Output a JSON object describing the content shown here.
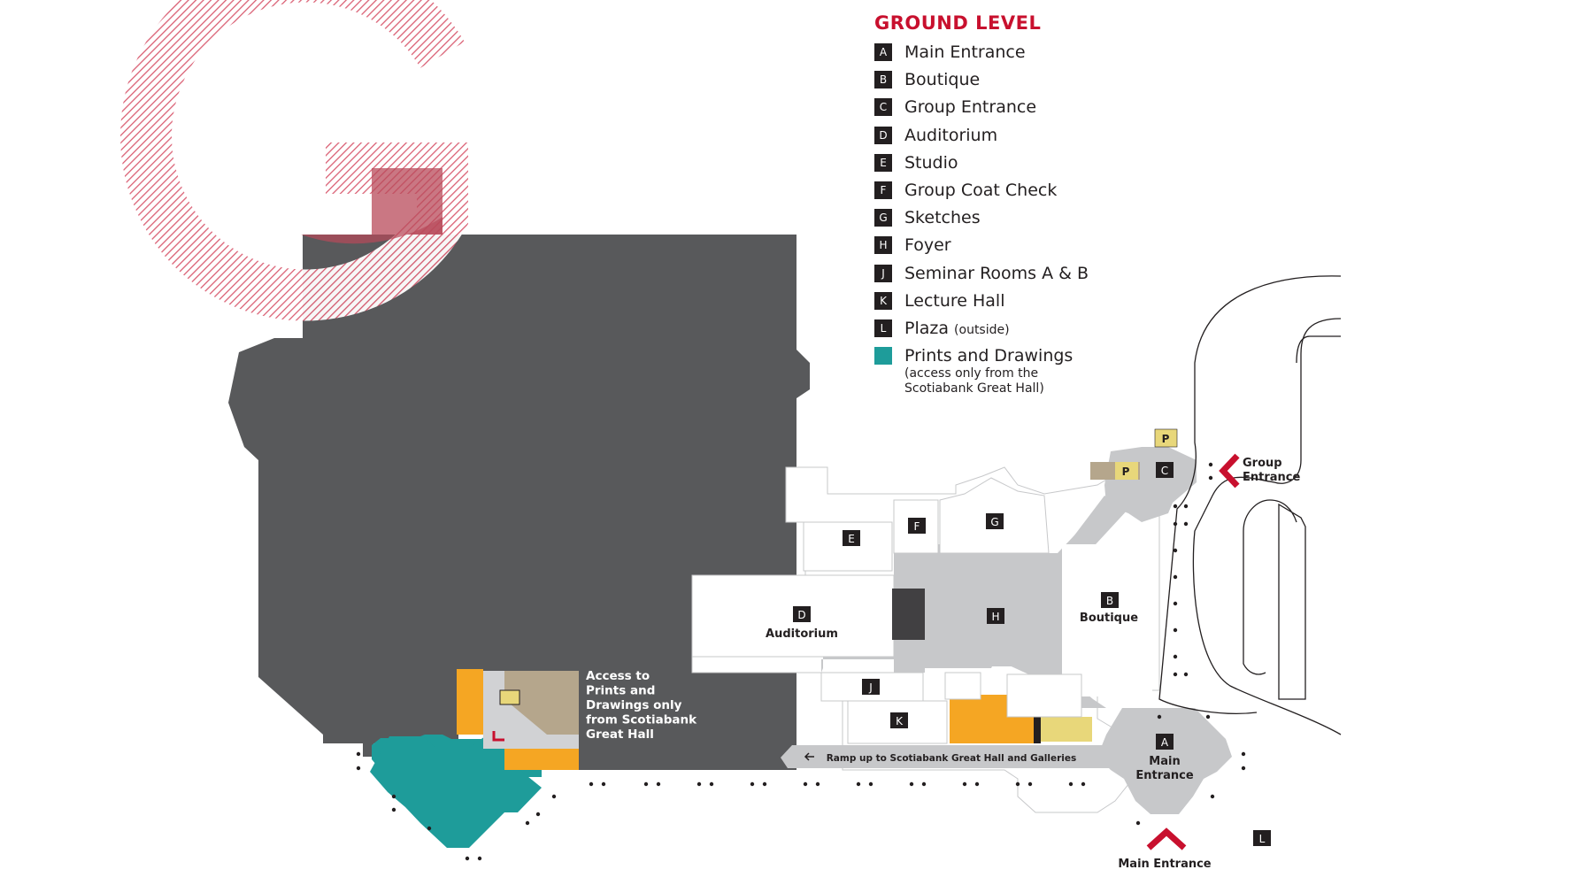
{
  "legend": {
    "title": "GROUND LEVEL",
    "items": [
      {
        "key": "A",
        "label": "Main Entrance"
      },
      {
        "key": "B",
        "label": "Boutique"
      },
      {
        "key": "C",
        "label": "Group Entrance"
      },
      {
        "key": "D",
        "label": "Auditorium"
      },
      {
        "key": "E",
        "label": "Studio"
      },
      {
        "key": "F",
        "label": "Group Coat Check"
      },
      {
        "key": "G",
        "label": "Sketches"
      },
      {
        "key": "H",
        "label": "Foyer"
      },
      {
        "key": "J",
        "label": "Seminar Rooms A & B"
      },
      {
        "key": "K",
        "label": "Lecture Hall"
      },
      {
        "key": "L",
        "label": "Plaza",
        "suffix": "(outside)"
      },
      {
        "key": "",
        "label": "Prints and Drawings",
        "swatch": true
      }
    ],
    "prints_note_line1": "(access only from the",
    "prints_note_line2": "Scotiabank Great Hall)"
  },
  "level_letter": "G",
  "map": {
    "labels": {
      "auditorium": "Auditorium",
      "boutique": "Boutique",
      "main_entrance_building": "Main Entrance",
      "main_entrance_line1": "Main",
      "main_entrance_line2": "Entrance",
      "group_entrance_line1": "Group",
      "group_entrance_line2": "Entrance",
      "ramp": "Ramp up to Scotiabank Great Hall and Galleries",
      "access_note": [
        "Access to",
        "Prints and",
        "Drawings only",
        "from Scotiabank",
        "Great Hall"
      ],
      "parking": "P"
    },
    "room_keys": [
      "A",
      "B",
      "C",
      "D",
      "E",
      "F",
      "G",
      "H",
      "J",
      "K",
      "L"
    ]
  },
  "colors": {
    "accent_red": "#c8102e",
    "gallery_gray": "#58595b",
    "corridor_gray": "#c7c8ca",
    "prints_teal": "#1e9c9a",
    "washroom_orange": "#f5a623",
    "service_yellow": "#e8d77a",
    "key_black": "#231f20"
  }
}
